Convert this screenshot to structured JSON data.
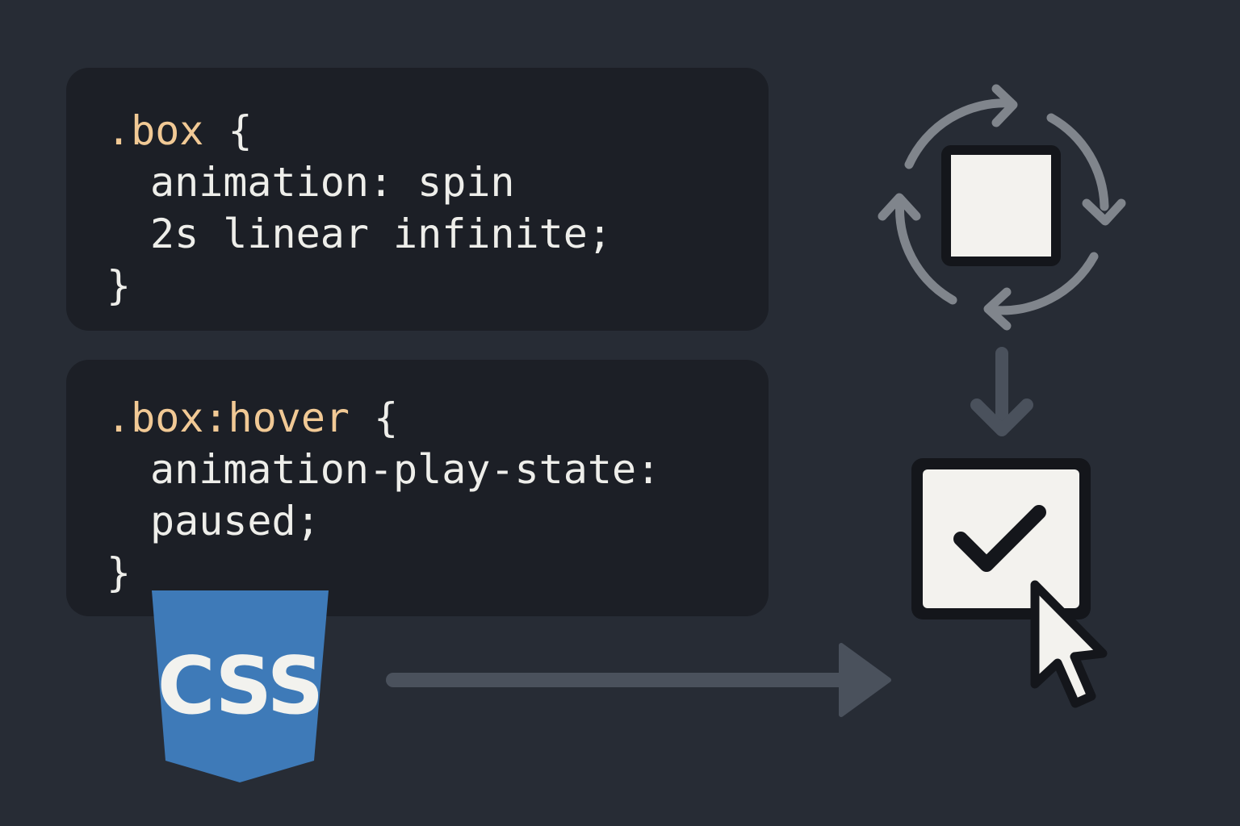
{
  "code_blocks": [
    {
      "selector": ".box",
      "open": " {",
      "lines": [
        "animation: spin",
        "2s linear infinite;"
      ],
      "close": "}"
    },
    {
      "selector": ".box:hover",
      "open": " {",
      "lines": [
        "animation-play-state:",
        "paused;"
      ],
      "close": "}"
    }
  ],
  "badge": {
    "label": "CSS",
    "color": "#3e7ab8"
  },
  "colors": {
    "background": "#272c35",
    "panel": "#1c1f26",
    "selector": "#f1c995",
    "code_text": "#eeeeea",
    "arrow": "#4a515c",
    "spin_arrows": "#80858c",
    "box_fill": "#f3f2ee",
    "box_border": "#14161b"
  },
  "icons": [
    "rotate-arrows-icon",
    "square-icon",
    "down-arrow-icon",
    "checkbox-checked-icon",
    "mouse-cursor-icon",
    "right-arrow-icon"
  ]
}
